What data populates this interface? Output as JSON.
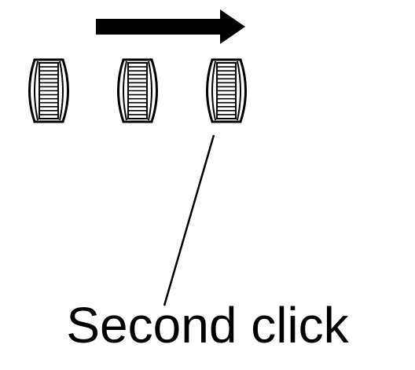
{
  "diagram": {
    "caption": "Second click",
    "direction_arrow_icon": "arrow-right-icon",
    "wheel_icon": "knurled-wheel-icon",
    "wheels": [
      {
        "name": "wheel-1"
      },
      {
        "name": "wheel-2"
      },
      {
        "name": "wheel-3"
      }
    ],
    "highlighted_wheel": 3,
    "colors": {
      "ink": "#000000",
      "paper": "#ffffff"
    }
  }
}
